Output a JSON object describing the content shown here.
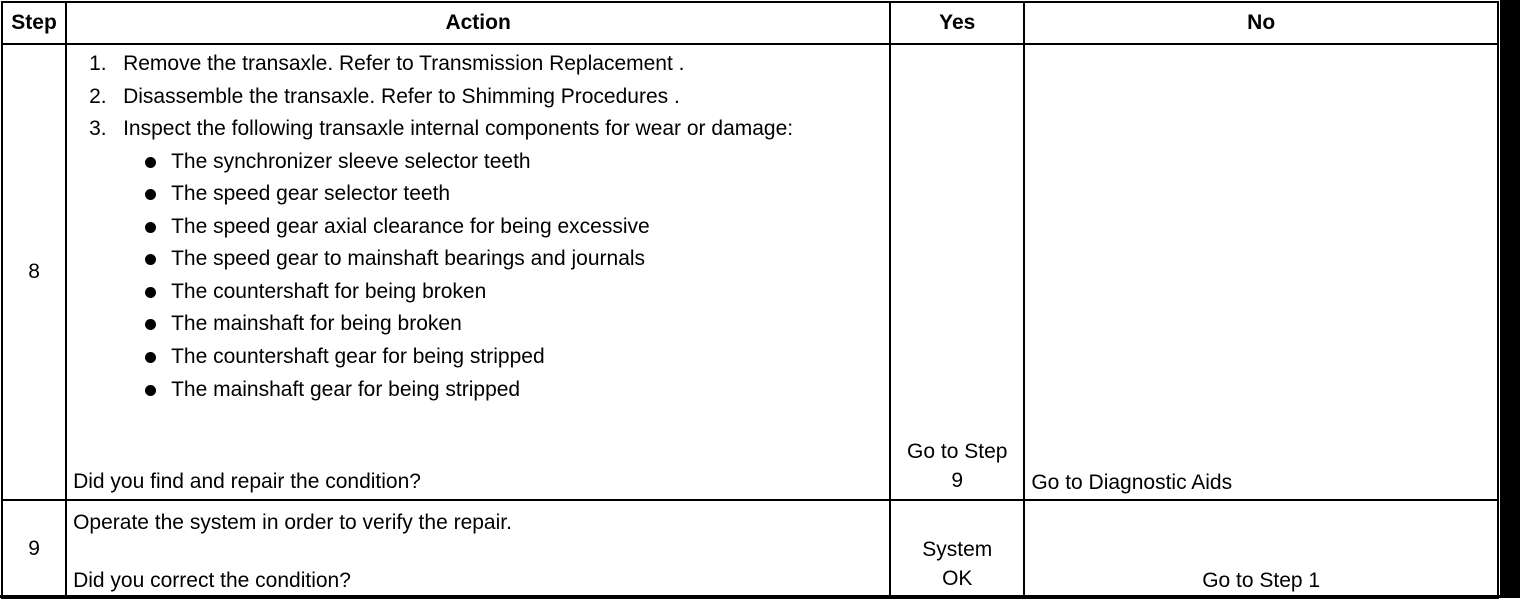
{
  "headers": {
    "step": "Step",
    "action": "Action",
    "yes": "Yes",
    "no": "No"
  },
  "rows": [
    {
      "step": "8",
      "numbered": [
        {
          "n": "1.",
          "text": "Remove the transaxle. Refer to Transmission Replacement ."
        },
        {
          "n": "2.",
          "text": "Disassemble the transaxle. Refer to Shimming Procedures ."
        },
        {
          "n": "3.",
          "text": "Inspect the following transaxle internal components for wear or damage:"
        }
      ],
      "bullets": [
        "The synchronizer sleeve selector teeth",
        "The speed gear selector teeth",
        "The speed gear axial clearance for being excessive",
        "The speed gear to mainshaft bearings and journals",
        "The countershaft for being broken",
        "The mainshaft for being broken",
        "The countershaft gear for being stripped",
        "The mainshaft gear for being stripped"
      ],
      "question": "Did you find and repair the condition?",
      "yes_line1": "Go to Step",
      "yes_line2": "9",
      "no": "Go to Diagnostic Aids"
    },
    {
      "step": "9",
      "instruction": "Operate the system in order to verify the repair.",
      "question": "Did you correct the condition?",
      "yes_line1": "System",
      "yes_line2": "OK",
      "no": "Go to Step 1"
    }
  ]
}
